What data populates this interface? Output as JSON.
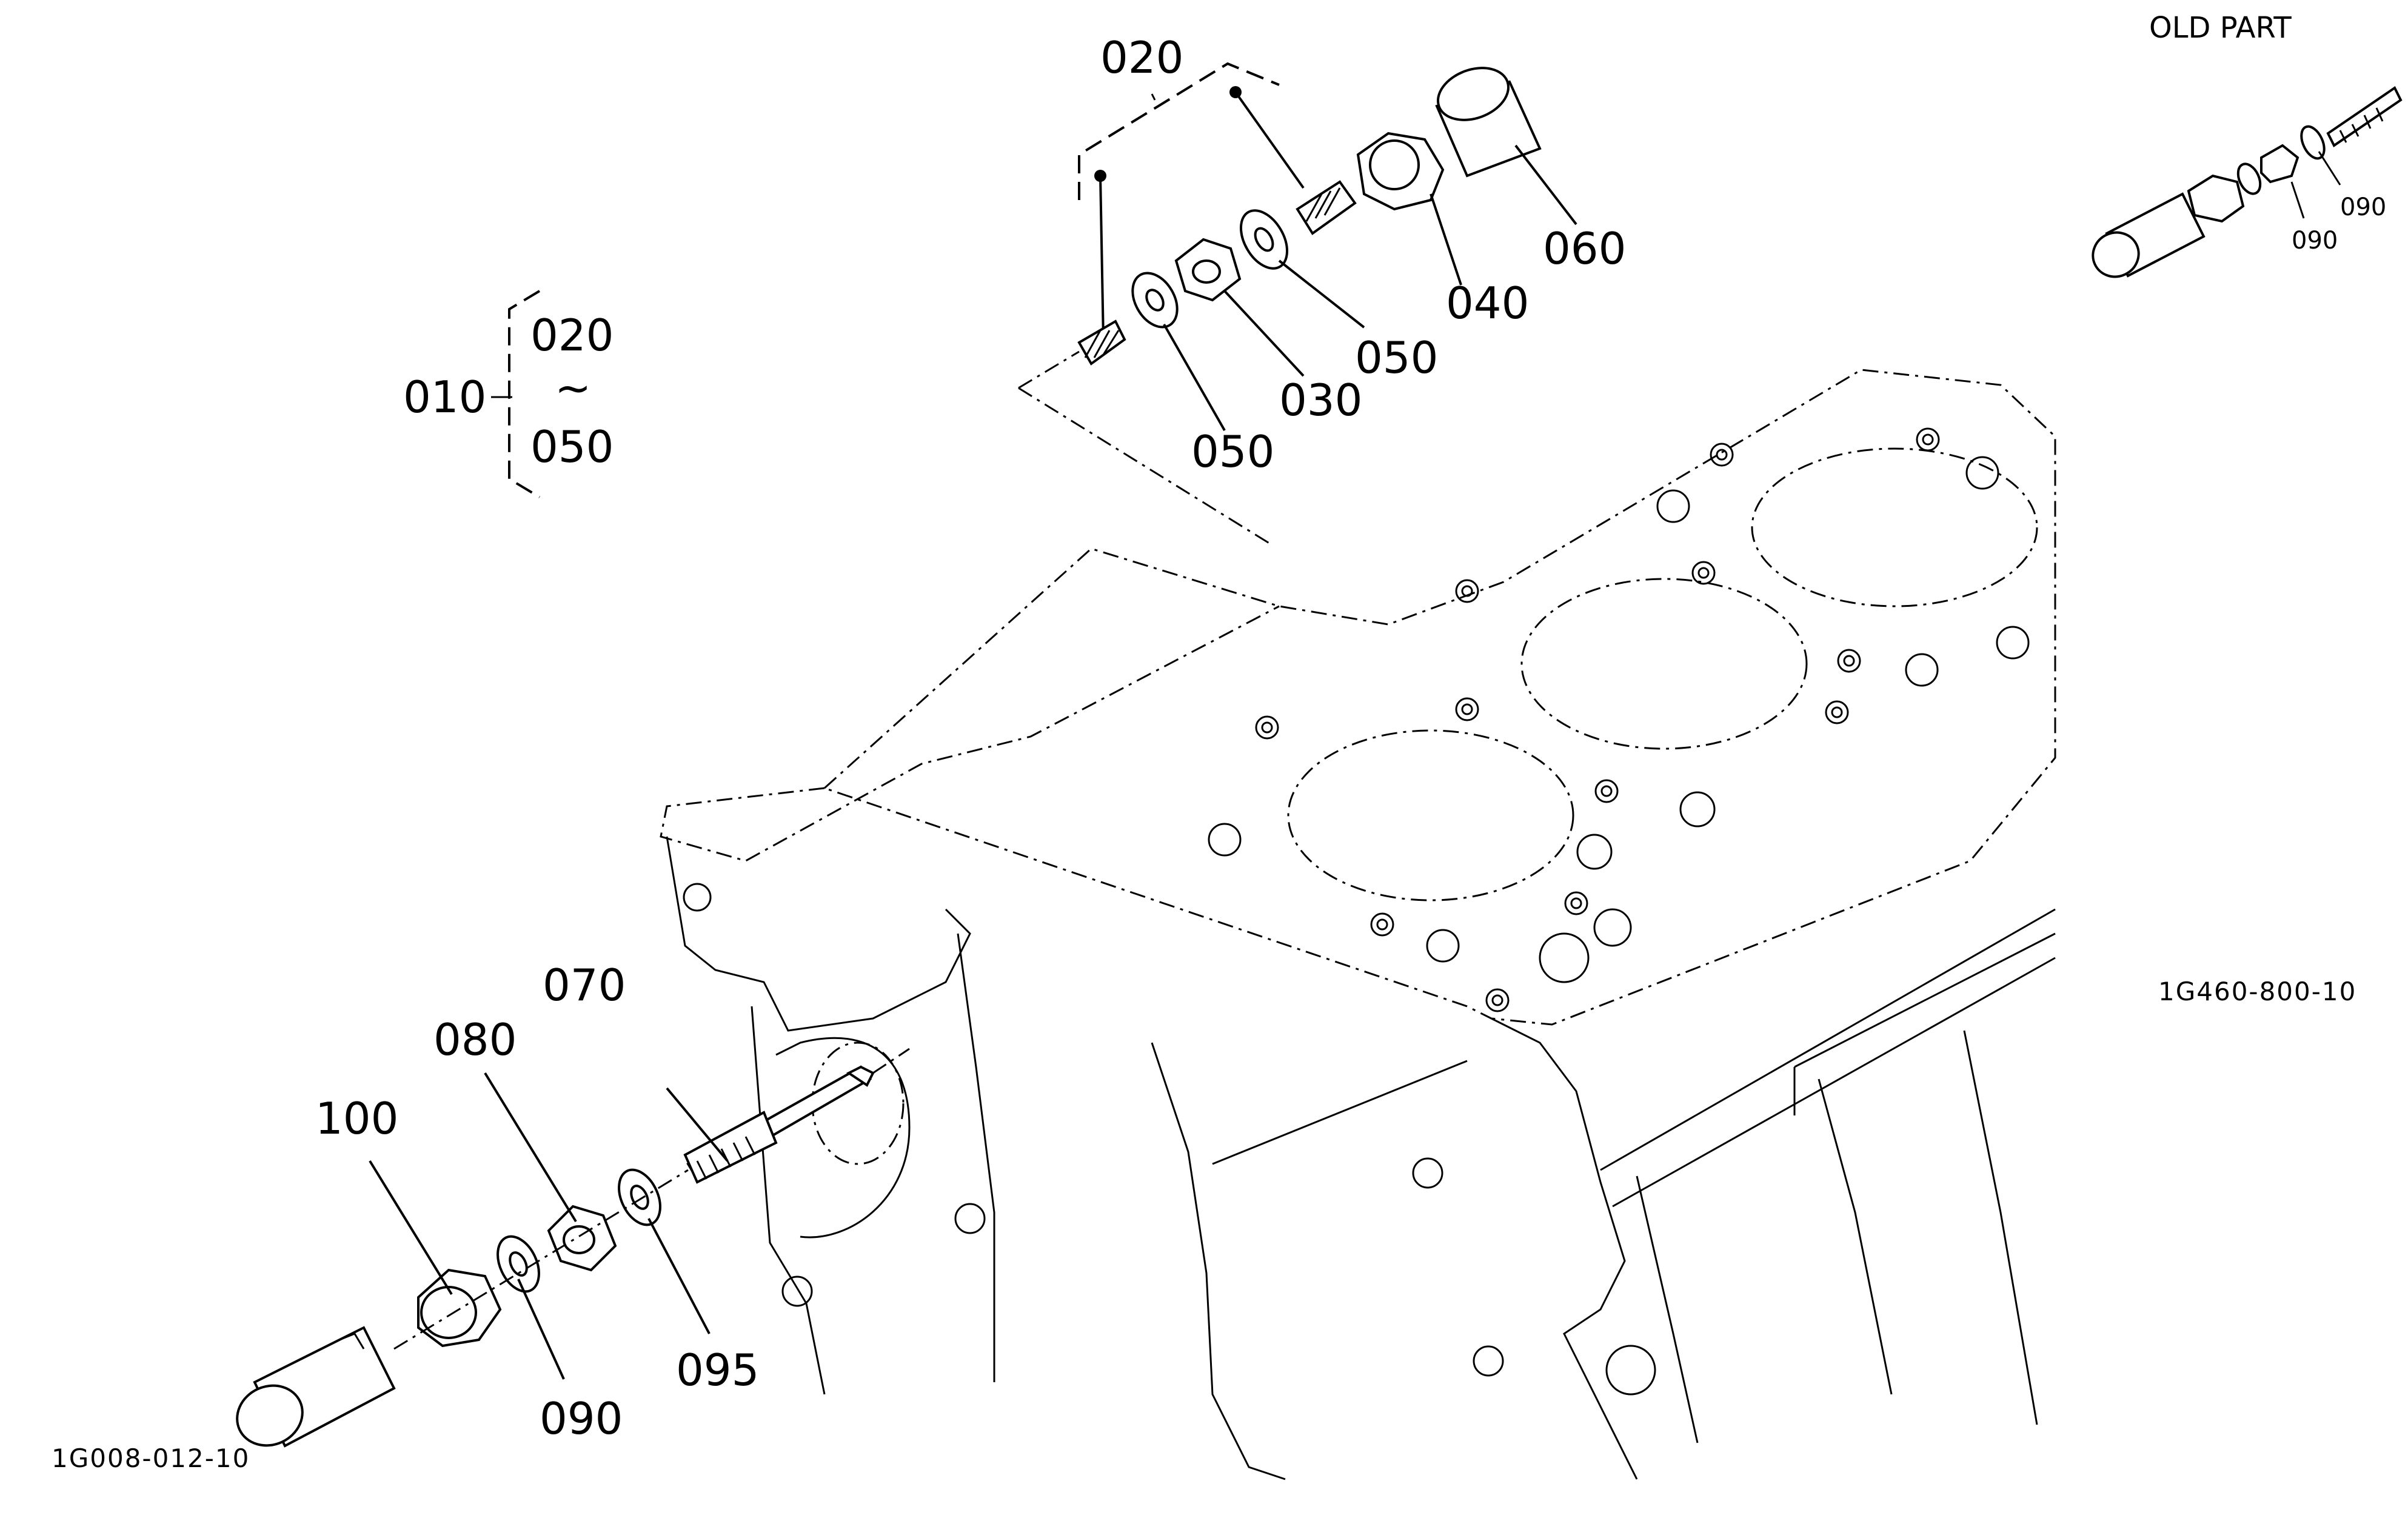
{
  "callouts": {
    "p010": "010",
    "p020_top": "020",
    "p020_bracket": "020",
    "tilde": "~",
    "p050_bracket": "050",
    "p030": "030",
    "p040": "040",
    "p050_a": "050",
    "p050_b": "050",
    "p060": "060",
    "p070": "070",
    "p080": "080",
    "p090": "090",
    "p095": "095",
    "p100": "100"
  },
  "old_part": {
    "title": "OLD PART",
    "label_a": "090",
    "label_b": "090"
  },
  "refs": {
    "right": "1G460-800-10",
    "bottom_left": "1G008-012-10"
  }
}
